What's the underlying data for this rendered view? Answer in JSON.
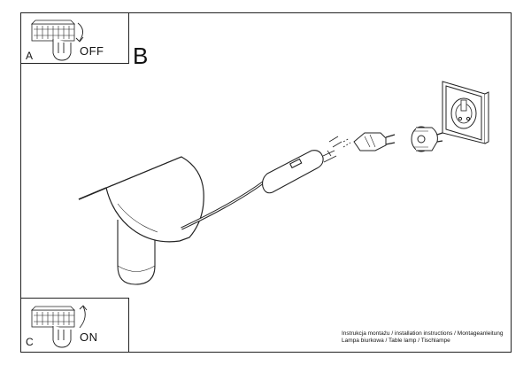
{
  "step_a": {
    "letter": "A",
    "switch_state": "OFF"
  },
  "step_b": {
    "letter": "B"
  },
  "step_c": {
    "letter": "C",
    "switch_state": "ON"
  },
  "footer": {
    "line1": "Instrukcja montażu / installation instructions / Montageanleitung",
    "line2": "Lampa biurkowa / Table lamp / Tischlampe"
  }
}
